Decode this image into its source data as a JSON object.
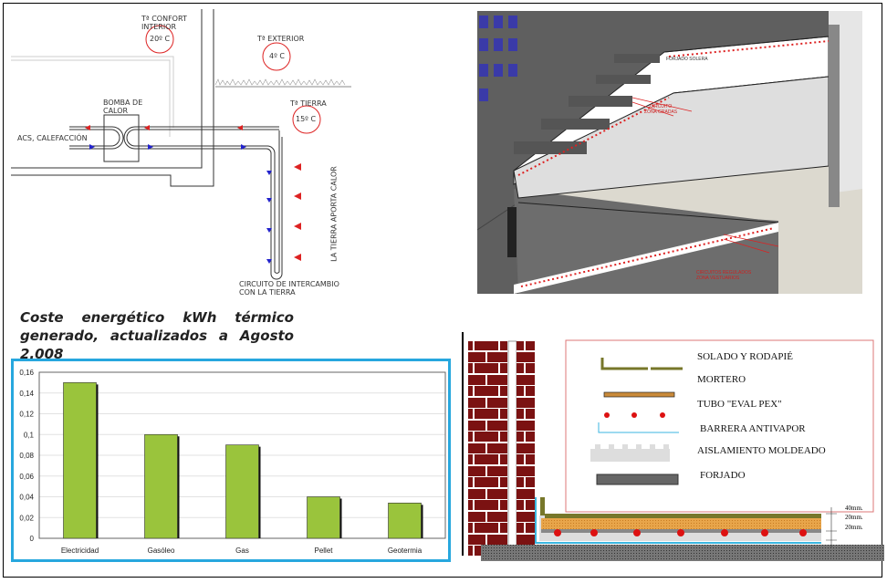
{
  "geo_diagram": {
    "confort_label": [
      "Tª CONFORT",
      "INTERIOR"
    ],
    "confort_temp": "20º C",
    "exterior_label": "Tª EXTERIOR",
    "exterior_temp": "4º C",
    "tierra_label": "Tª TIERRA",
    "tierra_temp": "15º C",
    "pump_label": [
      "BOMBA DE",
      "CALOR"
    ],
    "acs_label": "ACS, CALEFACCIÓN",
    "earth_heat_label": "LA TIERRA APORTA CALOR",
    "circuit_label": [
      "CIRCUITO DE INTERCAMBIO",
      "CON LA TIERRA"
    ]
  },
  "stadium_render": {
    "forjado_label": "FORJADO SOLERA",
    "gradas_label": [
      "CIRCUITO",
      "ZONA GRADAS"
    ],
    "vestuarios_label": [
      "CIRCUITOS REGULADOS",
      "ZONA VESTUARIOS"
    ]
  },
  "section_title": [
    "Coste energético kWh térmico",
    "generado, actualizados a Agosto 2.008"
  ],
  "chart_data": {
    "type": "bar",
    "title": "",
    "categories": [
      "Electricidad",
      "Gasóleo",
      "Gas",
      "Pellet",
      "Geotermia"
    ],
    "values": [
      0.15,
      0.1,
      0.09,
      0.04,
      0.034
    ],
    "yticks": [
      "0",
      "0,02",
      "0,04",
      "0,06",
      "0,08",
      "0,1",
      "0,12",
      "0,14",
      "0,16"
    ],
    "ylim": [
      0,
      0.16
    ],
    "xlabel": "",
    "ylabel": "",
    "grid": true,
    "bar_color": "#9ac43c",
    "border_color": "#27a7de"
  },
  "floor_legend": {
    "items": [
      "SOLADO Y RODAPIÉ",
      "MORTERO",
      "TUBO \"EVAL PEX\"",
      "BARRERA ANTIVAPOR",
      "AISLAMIENTO MOLDEADO",
      "FORJADO"
    ],
    "dims": [
      "40mm.",
      "20mm.",
      "20mm."
    ]
  }
}
